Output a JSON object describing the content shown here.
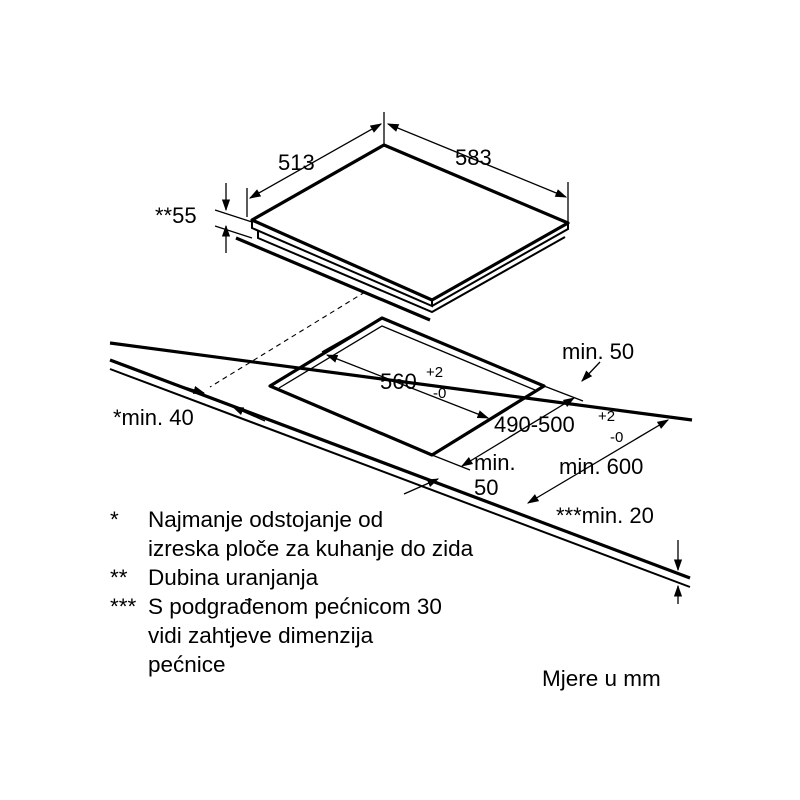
{
  "dimensions": {
    "hob_depth": "513",
    "hob_width": "583",
    "recess_depth": "**55",
    "cutout_width": "560",
    "cutout_width_tol_plus": "+2",
    "cutout_width_tol_minus": "-0",
    "cutout_depth": "490-500",
    "cutout_depth_tol_plus": "+2",
    "cutout_depth_tol_minus": "-0",
    "min_back": "min. 50",
    "min_side": "*min. 40",
    "min_front_line1": "min.",
    "min_front_line2": "50",
    "min_worktop_depth": "min. 600",
    "min_worktop_thickness": "***min. 20"
  },
  "notes": [
    {
      "mark": "*",
      "lines": [
        "Najmanje odstojanje od",
        "izreska ploče za kuhanje do zida"
      ]
    },
    {
      "mark": "**",
      "lines": [
        "Dubina uranjanja"
      ]
    },
    {
      "mark": "***",
      "lines": [
        "S podgrađenom pećnicom 30",
        "vidi zahtjeve dimenzija",
        "pećnice"
      ]
    }
  ],
  "units_label": "Mjere u mm"
}
